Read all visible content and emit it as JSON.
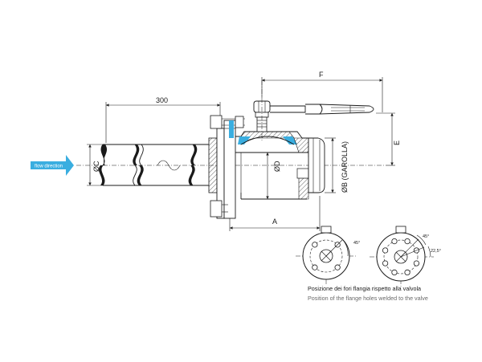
{
  "labels": {
    "dim_300": "300",
    "dim_f": "F",
    "dim_e": "E",
    "dim_a": "A",
    "dim_oc": "ØC",
    "dim_od": "ØD",
    "dim_ob": "ØB (GAROLLA)",
    "flow": "flow direction",
    "angle_45_left": "45°",
    "angle_45_right": "45°",
    "angle_22": "22,5°"
  },
  "caption": {
    "italian": "Posizione dei fori flangia rispetto alla valvola",
    "english": "Position of the flange holes welded to the valve"
  },
  "colors": {
    "accent": "#3aaee0",
    "line": "#1a1a1a"
  }
}
